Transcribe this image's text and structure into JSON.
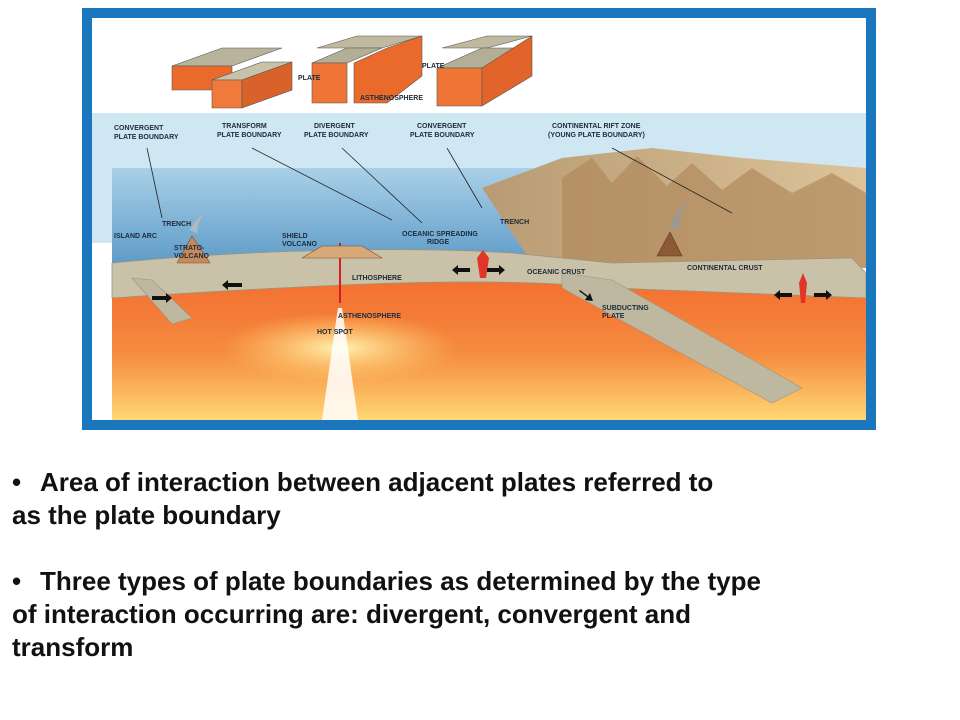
{
  "figure": {
    "top_labels": {
      "plate": "PLATE",
      "plate2": "PLATE",
      "asthenosphere": "ASTHENOSPHERE"
    },
    "boundary_labels": {
      "convergent_left_1": "CONVERGENT",
      "convergent_left_2": "PLATE BOUNDARY",
      "transform_1": "TRANSFORM",
      "transform_2": "PLATE BOUNDARY",
      "divergent_1": "DIVERGENT",
      "divergent_2": "PLATE BOUNDARY",
      "convergent_right_1": "CONVERGENT",
      "convergent_right_2": "PLATE BOUNDARY",
      "rift_1": "CONTINENTAL RIFT ZONE",
      "rift_2": "(YOUNG PLATE BOUNDARY)"
    },
    "feature_labels": {
      "trench_left": "TRENCH",
      "island_arc": "ISLAND ARC",
      "strato_1": "STRATO-",
      "strato_2": "VOLCANO",
      "shield_1": "SHIELD",
      "shield_2": "VOLCANO",
      "ridge_1": "OCEANIC SPREADING",
      "ridge_2": "RIDGE",
      "trench_right": "TRENCH",
      "lithosphere": "LITHOSPHERE",
      "oceanic_crust": "OCEANIC CRUST",
      "continental_crust": "CONTINENTAL CRUST",
      "asthenosphere": "ASTHENOSPHERE",
      "hot_spot": "HOT SPOT",
      "subducting_1": "SUBDUCTING",
      "subducting_2": "PLATE"
    },
    "colors": {
      "frame": "#1a77be",
      "sky": "#cfe6f3",
      "ocean": "#7fb3d6",
      "mantle": "#f07a3c",
      "asthenosphere_glow": "#ffd46b",
      "crust": "#c9c2a8",
      "land": "#cfa476"
    }
  },
  "bullets": [
    {
      "symbol": "•",
      "line1": "Area of interaction between adjacent plates referred to",
      "line2": "as the plate boundary"
    },
    {
      "symbol": "•",
      "line1": "Three types of plate boundaries as determined by the type",
      "line2": "of interaction occurring are:  divergent, convergent and",
      "line3": "transform"
    }
  ]
}
